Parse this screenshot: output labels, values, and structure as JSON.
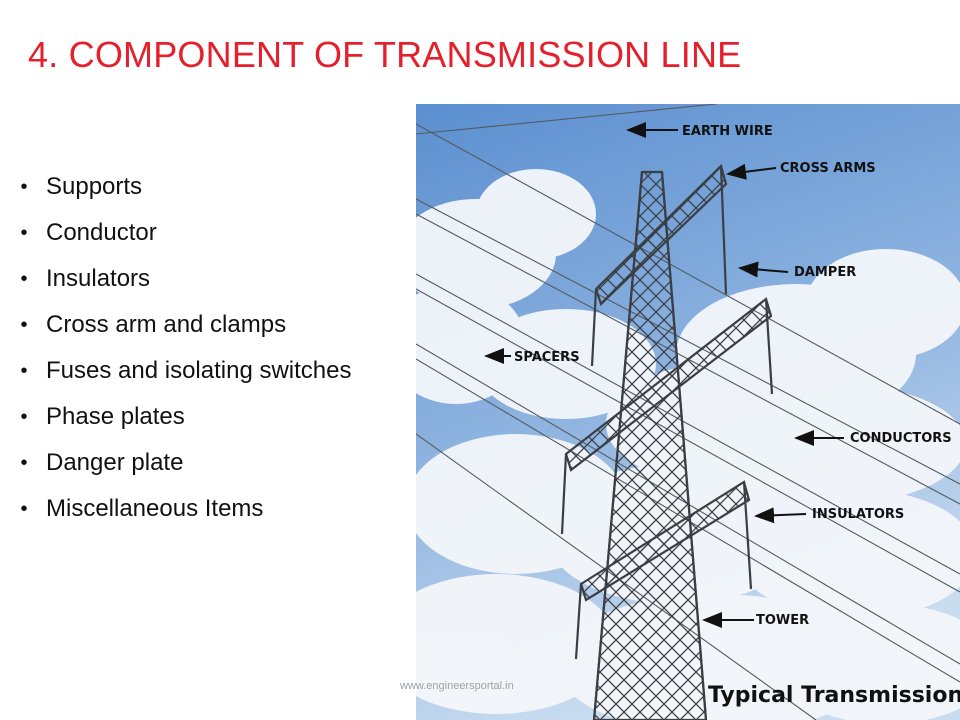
{
  "slide": {
    "title": "4. COMPONENT OF TRANSMISSION LINE",
    "bullets": [
      "Supports",
      "Conductor",
      "Insulators",
      "Cross arm and clamps",
      "Fuses and isolating switches",
      "Phase plates",
      "Danger plate",
      "Miscellaneous Items"
    ],
    "watermark": "www.engineersportal.in"
  },
  "diagram": {
    "labels": {
      "earth_wire": "EARTH WIRE",
      "cross_arms": "CROSS ARMS",
      "damper": "DAMPER",
      "spacers": "SPACERS",
      "conductors": "CONDUCTORS",
      "insulators": "INSULATORS",
      "tower": "TOWER"
    },
    "caption": "Typical Transmission Line"
  },
  "colors": {
    "title": "#e3202c",
    "sky_top": "#5b8fd0",
    "sky_bottom": "#c9dcf0",
    "steel": "#3b3f44"
  }
}
